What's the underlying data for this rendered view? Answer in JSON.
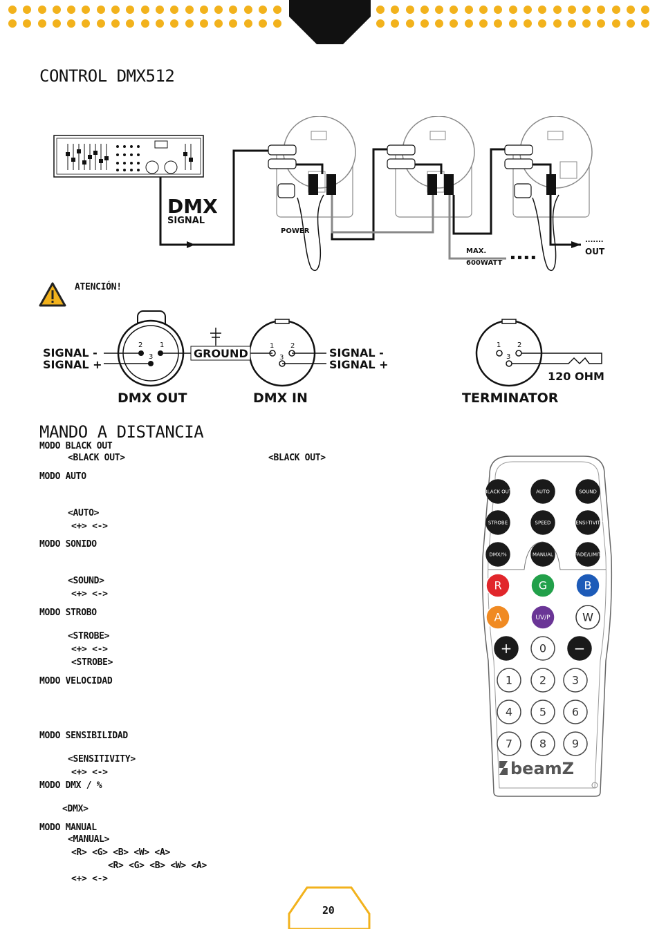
{
  "header": {
    "dot_color": "#f2b21c"
  },
  "section1": {
    "title": "CONTROL DMX512"
  },
  "diagram": {
    "dmx_title": "DMX",
    "dmx_sub": "SIGNAL",
    "power": "POWER",
    "max": "MAX.",
    "watt": "600WATT",
    "out": "OUT",
    "out_dots": "......."
  },
  "warning": {
    "label": "ATENCIÓN!"
  },
  "connectors": {
    "signal_minus": "SIGNAL -",
    "signal_plus": "SIGNAL +",
    "ground": "GROUND",
    "dmx_out": "DMX OUT",
    "dmx_in": "DMX IN",
    "terminator": "TERMINATOR",
    "ohm": "120 OHM",
    "pin1": "1",
    "pin2": "2",
    "pin3": "3"
  },
  "section2": {
    "title": "MANDO A DISTANCIA"
  },
  "lines": {
    "l1": "MODO BLACK OUT",
    "l2": "<BLACK OUT>",
    "l3": "<BLACK OUT>",
    "l4": "MODO AUTO",
    "l5": "<AUTO>",
    "l6": "<+>  <->",
    "l7": "MODO SONIDO",
    "l8": "<SOUND>",
    "l9": "<+>  <->",
    "l10": "MODO STROBO",
    "l11": "<STROBE>",
    "l12": "<+>  <->",
    "l13": "<STROBE>",
    "l14": "MODO VELOCIDAD",
    "l15": "MODO SENSIBILIDAD",
    "l16": "<SENSITIVITY>",
    "l17": "<+>  <->",
    "l18": "MODO DMX / %",
    "l19": "<DMX>",
    "l20": "MODO MANUAL",
    "l21": "<MANUAL>",
    "l22": "<R> <G> <B> <W> <A>",
    "l23": "<R> <G> <B> <W> <A>",
    "l24": "<+>  <->"
  },
  "remote": {
    "brand": "beamZ",
    "row1": [
      "BLACK OUT",
      "AUTO",
      "SOUND"
    ],
    "row2": [
      "STROBE",
      "SPEED",
      "SENSI-TIVITY"
    ],
    "row3": [
      "DMX/%",
      "MANUAL",
      "FADE/LIMIT"
    ],
    "row4": [
      "R",
      "G",
      "B"
    ],
    "row5": [
      "A",
      "UV/P",
      "W"
    ],
    "row6": [
      "+",
      "0",
      "−"
    ],
    "digits": [
      "1",
      "2",
      "3",
      "4",
      "5",
      "6",
      "7",
      "8",
      "9"
    ],
    "colors": {
      "red": "#e1262b",
      "green": "#22a04a",
      "blue": "#1d5bb8",
      "amber": "#f08a22",
      "uv": "#6a3596"
    }
  },
  "footer": {
    "page": "20"
  }
}
